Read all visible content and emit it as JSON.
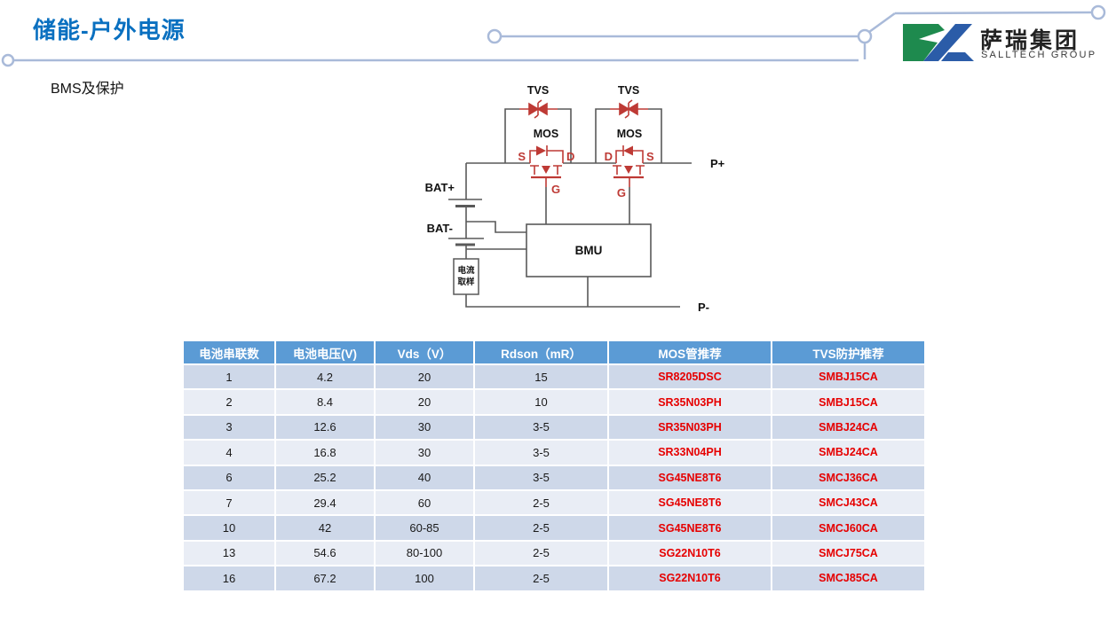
{
  "page": {
    "title": "储能-户外电源",
    "subtitle": "BMS及保护"
  },
  "logo": {
    "cn": "萨瑞集团",
    "en": "SALLTECH GROUP"
  },
  "colors": {
    "title_blue": "#0A70C0",
    "accent_line": "#A9BAD9",
    "table_header_bg": "#5B9BD5",
    "row_band_dark": "#CED8E9",
    "row_band_light": "#E9EDF5",
    "part_number_red": "#E60000",
    "circuit_red": "#BE3A35",
    "wire_gray": "#595959",
    "logo_green": "#1E8A4E",
    "logo_blue": "#2B5CA8"
  },
  "diagram": {
    "tvs": "TVS",
    "mos": "MOS",
    "s": "S",
    "d": "D",
    "g": "G",
    "bat_plus": "BAT+",
    "bat_minus": "BAT-",
    "bmu": "BMU",
    "sampling_line1": "电流",
    "sampling_line2": "取样",
    "p_plus": "P+",
    "p_minus": "P-"
  },
  "table": {
    "headers": [
      "电池串联数",
      "电池电压(V)",
      "Vds（V）",
      "Rdson（mR）",
      "MOS管推荐",
      "TVS防护推荐"
    ],
    "rows": [
      [
        "1",
        "4.2",
        "20",
        "15",
        "SR8205DSC",
        "SMBJ15CA"
      ],
      [
        "2",
        "8.4",
        "20",
        "10",
        "SR35N03PH",
        "SMBJ15CA"
      ],
      [
        "3",
        "12.6",
        "30",
        "3-5",
        "SR35N03PH",
        "SMBJ24CA"
      ],
      [
        "4",
        "16.8",
        "30",
        "3-5",
        "SR33N04PH",
        "SMBJ24CA"
      ],
      [
        "6",
        "25.2",
        "40",
        "3-5",
        "SG45NE8T6",
        "SMCJ36CA"
      ],
      [
        "7",
        "29.4",
        "60",
        "2-5",
        "SG45NE8T6",
        "SMCJ43CA"
      ],
      [
        "10",
        "42",
        "60-85",
        "2-5",
        "SG45NE8T6",
        "SMCJ60CA"
      ],
      [
        "13",
        "54.6",
        "80-100",
        "2-5",
        "SG22N10T6",
        "SMCJ75CA"
      ],
      [
        "16",
        "67.2",
        "100",
        "2-5",
        "SG22N10T6",
        "SMCJ85CA"
      ]
    ]
  }
}
